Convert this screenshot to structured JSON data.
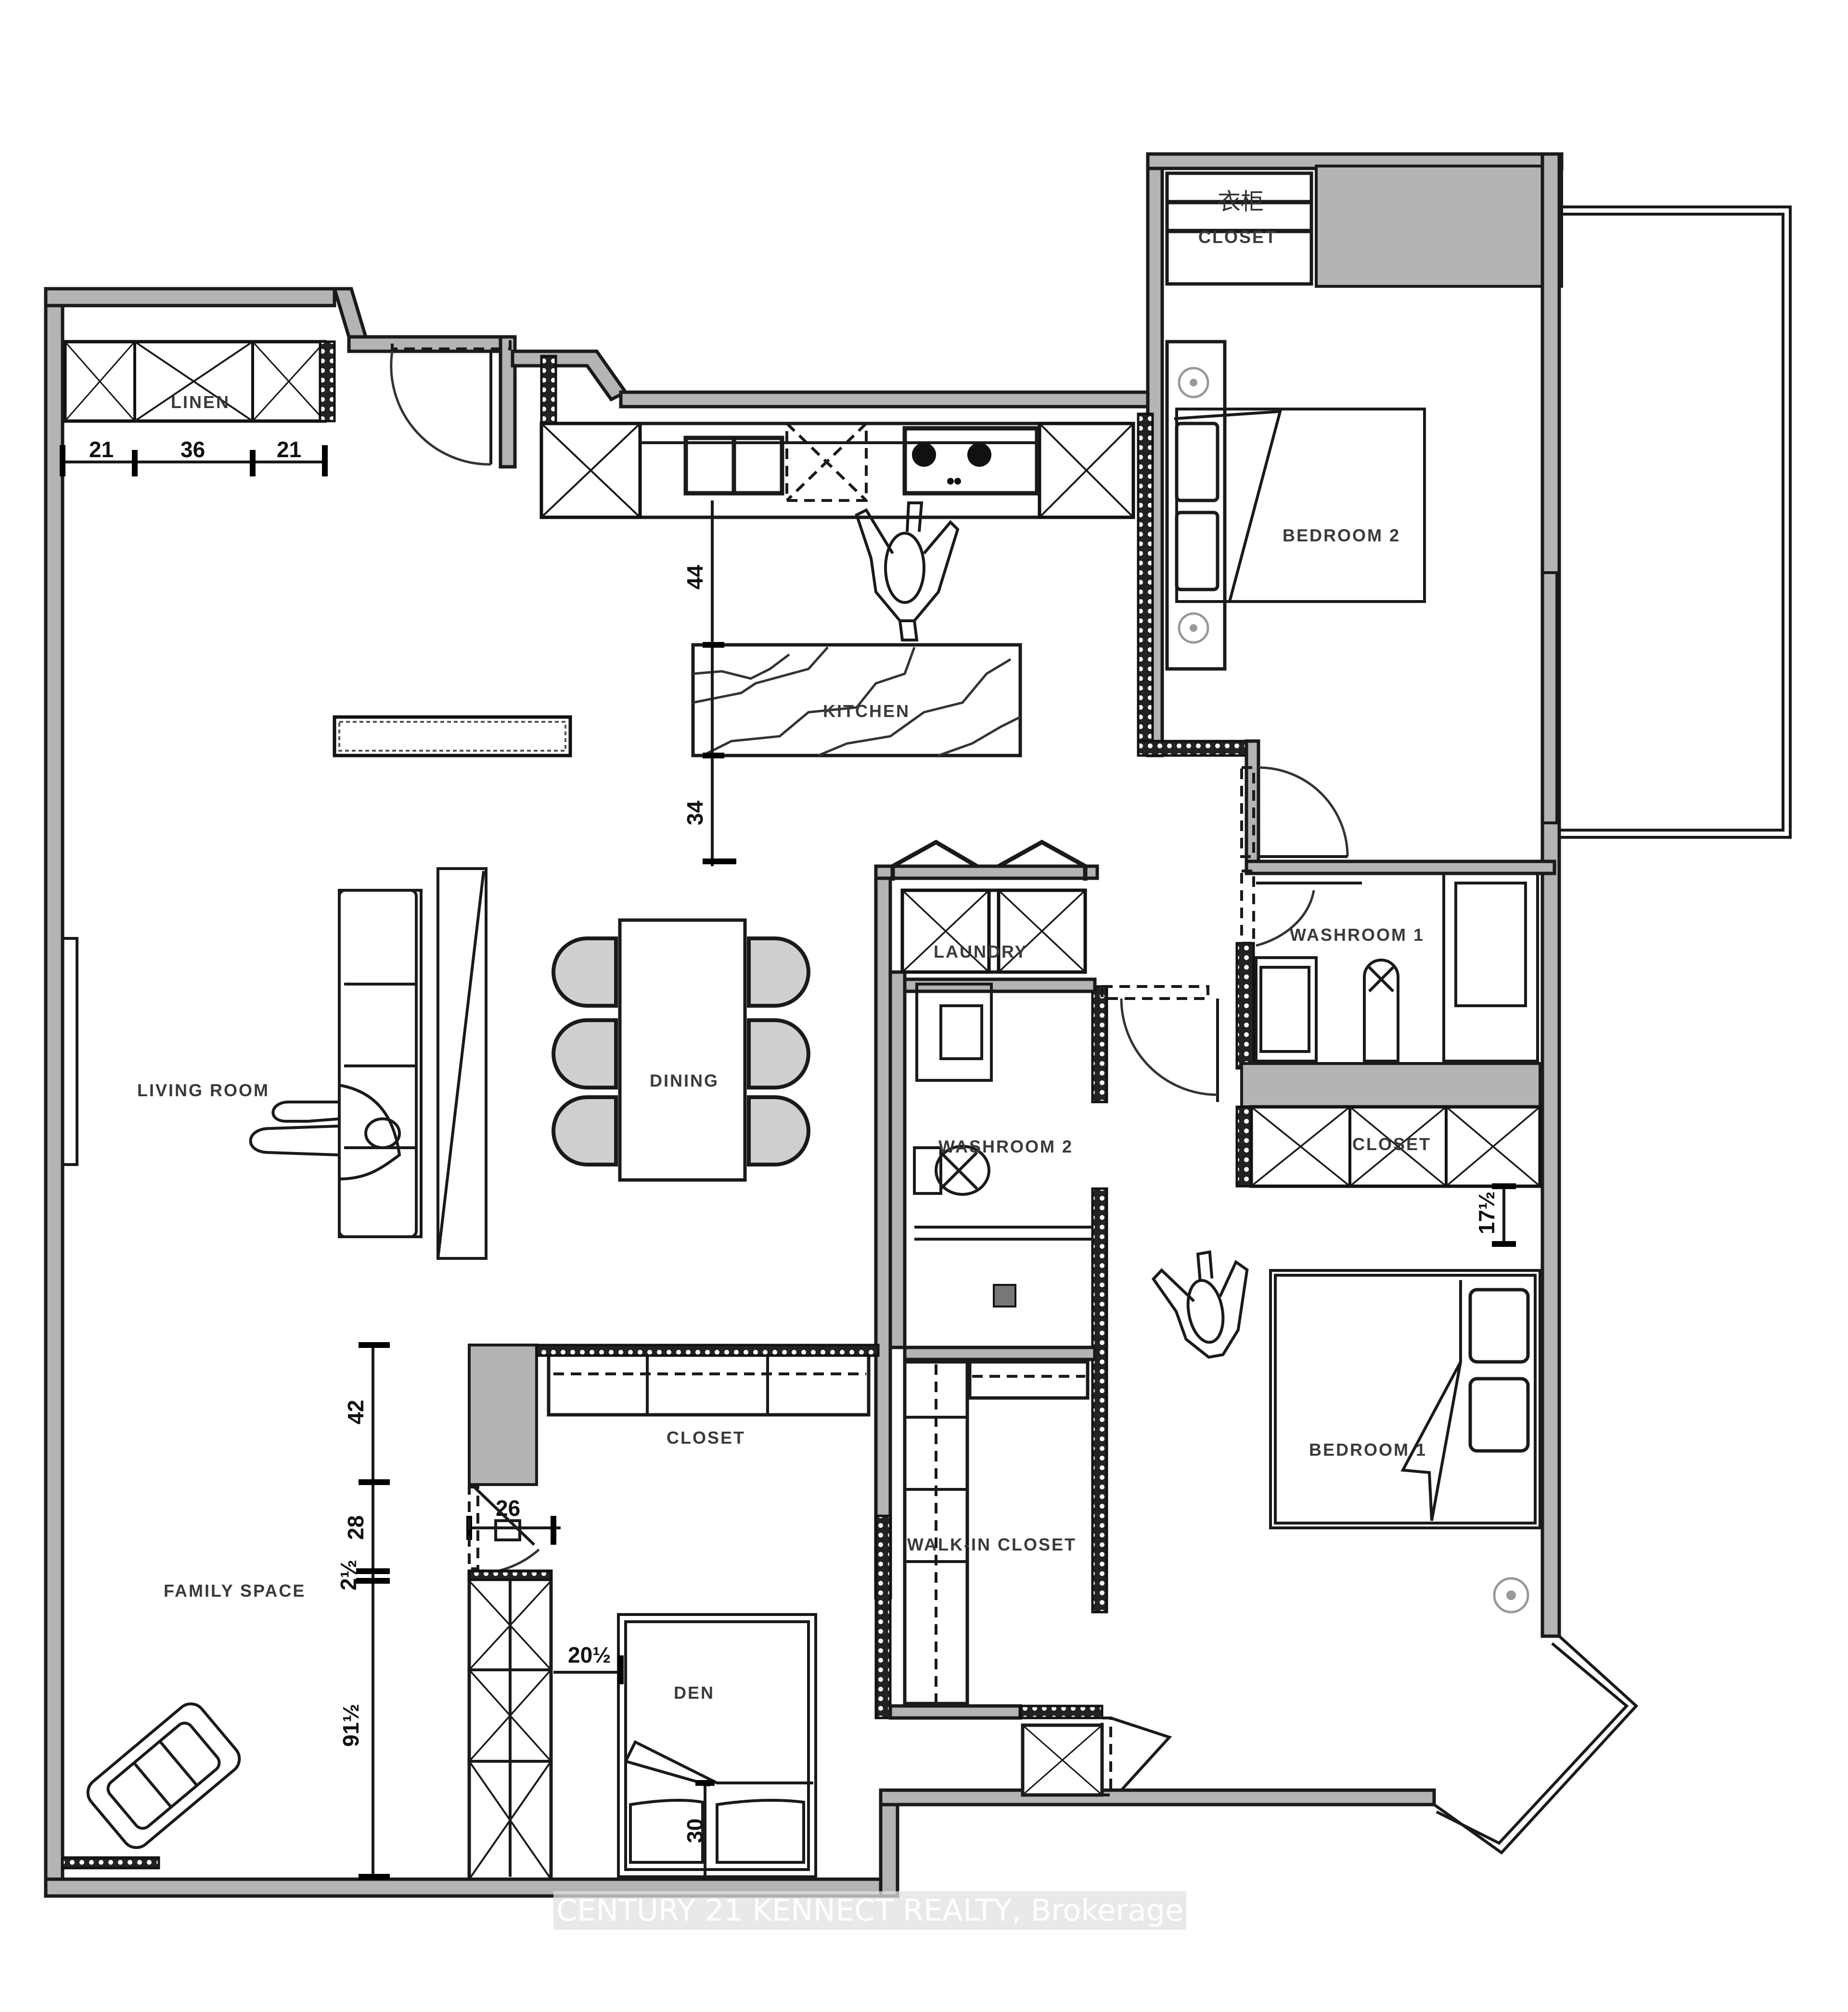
{
  "floor_plan": {
    "rooms": [
      {
        "id": "linen",
        "label": "LINEN"
      },
      {
        "id": "closet-top",
        "label": "CLOSET",
        "label_cjk": "衣柜"
      },
      {
        "id": "kitchen",
        "label": "KITCHEN"
      },
      {
        "id": "bedroom-2",
        "label": "BEDROOM 2"
      },
      {
        "id": "living-room",
        "label": "LIVING ROOM"
      },
      {
        "id": "dining",
        "label": "DINING"
      },
      {
        "id": "laundry",
        "label": "LAUNDRY"
      },
      {
        "id": "washroom-1",
        "label": "WASHROOM 1"
      },
      {
        "id": "washroom-2",
        "label": "WASHROOM 2"
      },
      {
        "id": "closet-bed1",
        "label": "CLOSET"
      },
      {
        "id": "bedroom-1",
        "label": "BEDROOM 1"
      },
      {
        "id": "closet-den",
        "label": "CLOSET"
      },
      {
        "id": "walk-in-closet",
        "label": "WALK-IN CLOSET"
      },
      {
        "id": "family-space",
        "label": "FAMILY SPACE"
      },
      {
        "id": "den",
        "label": "DEN"
      }
    ],
    "dimensions": {
      "linen_left": "21",
      "linen_mid": "36",
      "linen_right": "21",
      "kitchen_upper": "44",
      "kitchen_lower": "34",
      "bedroom1_closet_gap": "17½",
      "family_42": "42",
      "family_28": "28",
      "family_2": "2½",
      "family_91": "91½",
      "door_26": "26",
      "den_20": "20½",
      "den_30": "30"
    }
  },
  "watermark": "CENTURY 21 KENNECT REALTY, Brokerage"
}
